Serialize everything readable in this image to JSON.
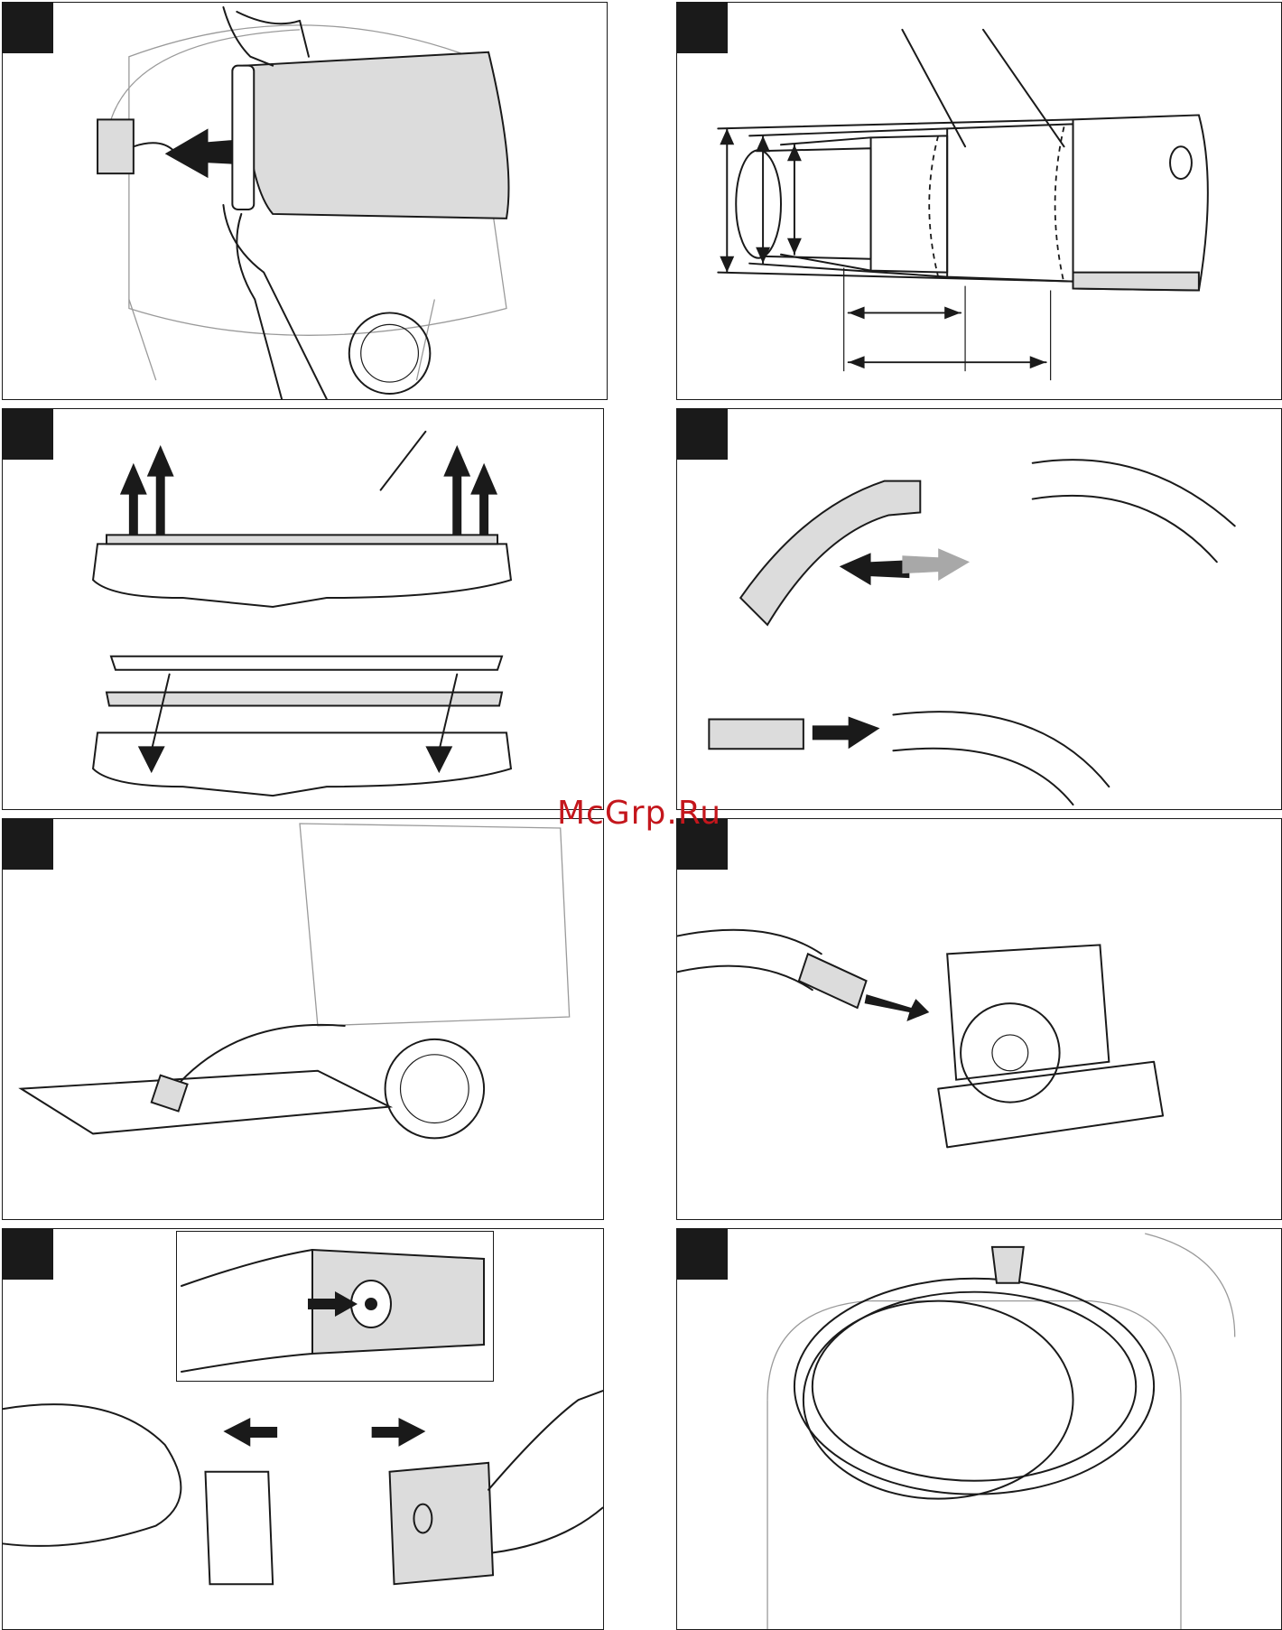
{
  "watermark": {
    "text": "McGrp.Ru",
    "color": "#c4161c"
  },
  "colors": {
    "ink": "#1a1a1a",
    "panel_bg": "#ffffff",
    "shade": "#dcdcdc",
    "grey_arrow": "#a8a8a8"
  },
  "panels": [
    {
      "id": "p1",
      "subject": "filter-bag-insertion"
    },
    {
      "id": "p2",
      "subject": "adapter-cut-dimensions"
    },
    {
      "id": "p3",
      "subject": "floor-nozzle-strip-replacement"
    },
    {
      "id": "p4",
      "subject": "hose-handle-connection"
    },
    {
      "id": "p5",
      "subject": "grate-cleaning"
    },
    {
      "id": "p6",
      "subject": "power-tool-connection"
    },
    {
      "id": "p7",
      "subject": "hose-sleeve-attachment"
    },
    {
      "id": "p8",
      "subject": "hose-storage"
    }
  ]
}
